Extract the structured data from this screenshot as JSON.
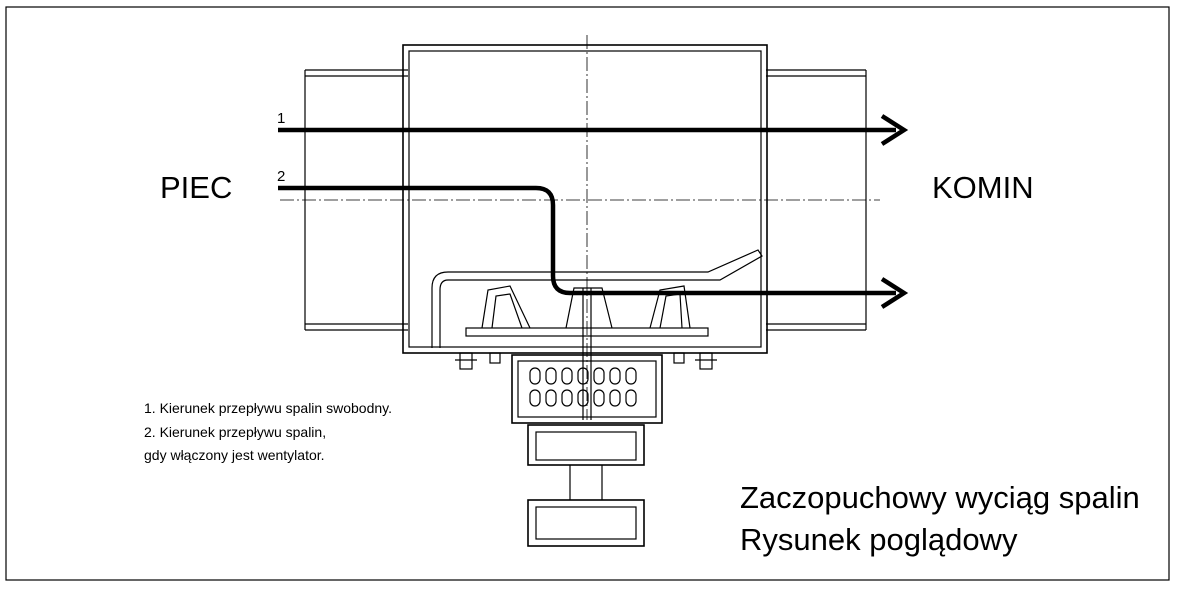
{
  "labels": {
    "left": "PIEC",
    "right": "KOMIN"
  },
  "flows": {
    "flow1_number": "1",
    "flow2_number": "2"
  },
  "notes": [
    "1. Kierunek przepływu spalin swobodny.",
    "2. Kierunek przepływu spalin,",
    "gdy włączony jest wentylator."
  ],
  "title": {
    "line1": "Zaczopuchowy wyciąg spalin",
    "line2": "Rysunek poglądowy"
  }
}
